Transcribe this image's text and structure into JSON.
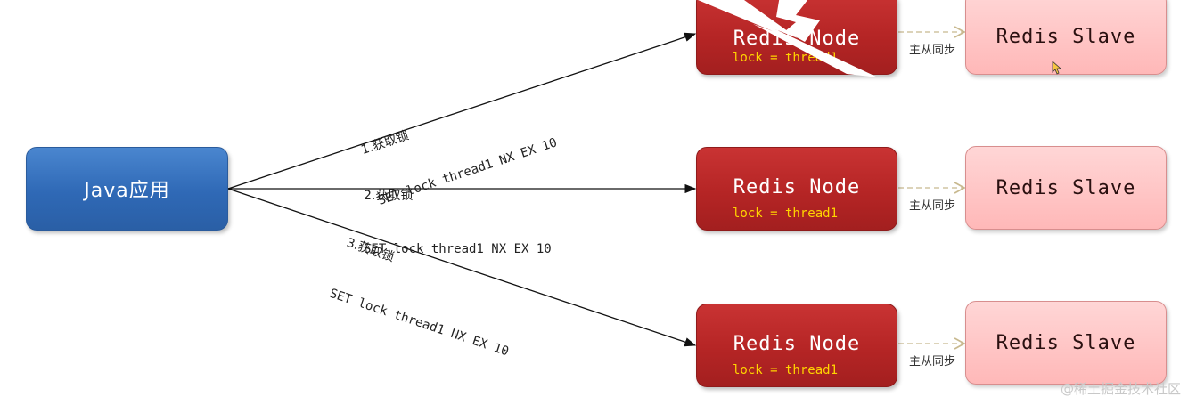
{
  "app_node": {
    "label": "Java应用"
  },
  "lock_steps": [
    {
      "step": "1.获取锁",
      "command": "SET lock thread1 NX EX 10"
    },
    {
      "step": "2.获取锁",
      "command": "SET lock thread1 NX EX 10"
    },
    {
      "step": "3.获取锁",
      "command": "SET lock thread1 NX EX 10"
    }
  ],
  "redis_nodes": [
    {
      "title": "Redis Node",
      "lock": "lock = thread1",
      "status": "failed"
    },
    {
      "title": "Redis Node",
      "lock": "lock = thread1",
      "status": "ok"
    },
    {
      "title": "Redis Node",
      "lock": "lock = thread1",
      "status": "ok"
    }
  ],
  "sync_label": "主从同步",
  "redis_slaves": [
    {
      "title": "Redis Slave"
    },
    {
      "title": "Redis Slave"
    },
    {
      "title": "Redis Slave"
    }
  ],
  "watermark": "@稀土掘金技术社区",
  "colors": {
    "app": "#3070be",
    "node": "#b82828",
    "slave": "#ffc8c8",
    "lock_text": "#ffd400",
    "sync_arrow": "#c8b98f"
  }
}
